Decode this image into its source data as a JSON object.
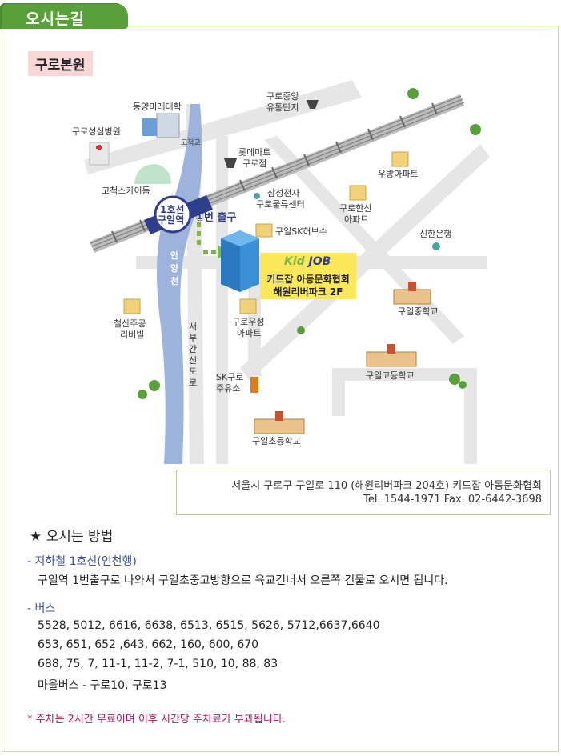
{
  "header": {
    "title": "오시는길"
  },
  "branch": {
    "name": "구로본원"
  },
  "map": {
    "places": {
      "dongyang": "동양미래대학",
      "guro_hospital": "구로성심병원",
      "gocheok_dome": "고척스카이돔",
      "gocheok_bridge": "고척교",
      "station_line": "1호선",
      "station_name": "구일역",
      "exit": "①번 출구",
      "river": [
        "안",
        "양",
        "천"
      ],
      "seobu": [
        "서",
        "부",
        "간",
        "선",
        "도",
        "로"
      ],
      "guro_market_1": "구로중앙",
      "guro_market_2": "유통단지",
      "lotte_1": "롯데마트",
      "lotte_2": "구로점",
      "samsung_1": "삼성전자",
      "samsung_2": "구로물류센터",
      "woobang": "우방아파트",
      "guro_hanshin_1": "구로한신",
      "guro_hanshin_2": "아파트",
      "guil_sk": "구일SK허브수",
      "shinhan": "신한은행",
      "cheolsan_1": "철산주공",
      "cheolsan_2": "리버빌",
      "guro_woosung_1": "구로우성",
      "guro_woosung_2": "아파트",
      "guil_middle": "구일중학교",
      "guil_high": "구일고등학교",
      "sk_gas_1": "SK구로",
      "sk_gas_2": "주유소",
      "guil_elem": "구일초등학교"
    },
    "kidjob": {
      "logo_kid": "Kid",
      "logo_job": "JOB",
      "line1": "키드잡 아동문화협회",
      "line2": "해원리버파크 2F"
    }
  },
  "address": {
    "line1": "서울시 구로구 구일로 110 (해원리버파크 204호) 키드잡 아동문화협회",
    "line2": "Tel. 1544-1971  Fax. 02-6442-3698"
  },
  "directions": {
    "title": "★ 오시는 방법",
    "subway_head": "- 지하철 1호선(인천행)",
    "subway_text": "구일역 1번출구로 나와서 구일초중고방향으로 육교건너서 오른쪽 건물로 오시면 됩니다.",
    "bus_head": "- 버스",
    "bus_lines": [
      "5528, 5012, 6616, 6638, 6513, 6515, 5626, 5712,6637,6640",
      "653, 651, 652 ,643, 662, 160, 600, 670",
      "688, 75, 7, 11-1, 11-2, 7-1, 510, 10, 88, 83",
      "마을버스 - 구로10, 구로13"
    ],
    "parking": "* 주차는 2시간 무료이며 이후 시간당 주차료가 부과됩니다."
  },
  "colors": {
    "accent_green": "#5aa03a",
    "river_blue": "#8ca6d6",
    "station_navy": "#2f3e8c",
    "road_gray": "#e5e5e5",
    "kidjob_yellow": "#fbe85a",
    "parking_text": "#b0185d"
  }
}
